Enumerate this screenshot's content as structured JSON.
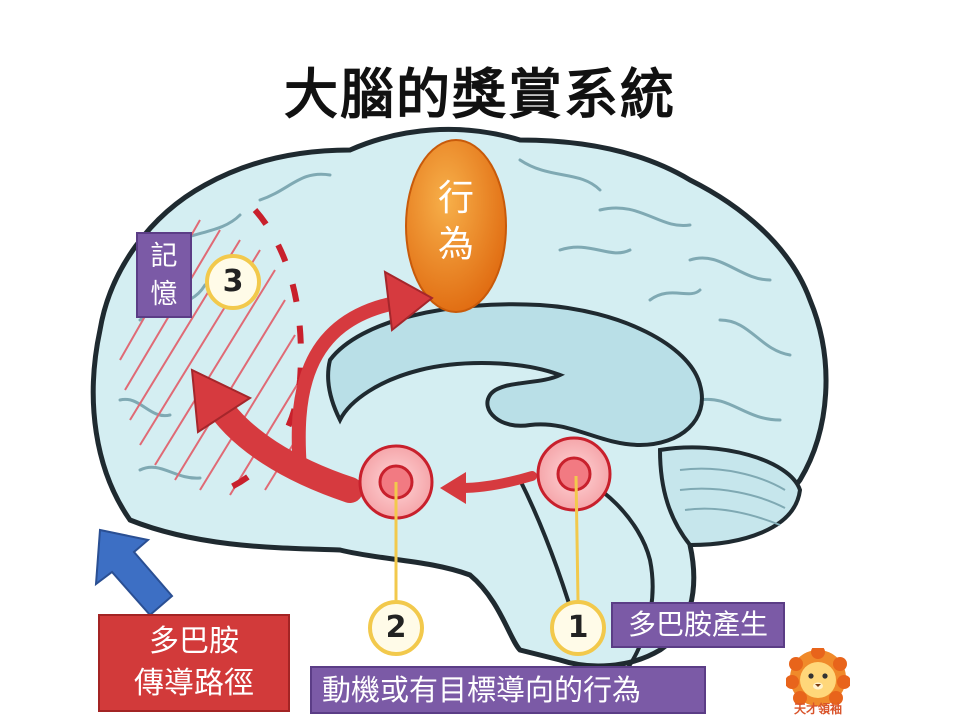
{
  "title": "大腦的獎賞系統",
  "labels": {
    "behavior": [
      "行",
      "為"
    ],
    "memory": [
      "記",
      "憶"
    ],
    "dopamine_produce": "多巴胺產生",
    "motivation": "動機或有目標導向的行為",
    "pathway": [
      "多巴胺",
      "傳導路徑"
    ],
    "logo_text": "天才領袖"
  },
  "markers": [
    {
      "id": "1",
      "label": "1"
    },
    {
      "id": "2",
      "label": "2"
    },
    {
      "id": "3",
      "label": "3"
    }
  ],
  "icons": {
    "logo": "lion-face-icon",
    "pathway_arrow": "blue-arrow-icon"
  },
  "colors": {
    "brain_fill": "#d4eef2",
    "brain_outline": "#1f2a30",
    "arrow_red": "#d63a3f",
    "behavior_orange": "#ef8a1c",
    "purple_tag": "#7b5aa6",
    "pathway_red": "#d23a3a",
    "marker_yellow": "#f2c94c",
    "blue_arrow": "#3d6fc4"
  }
}
